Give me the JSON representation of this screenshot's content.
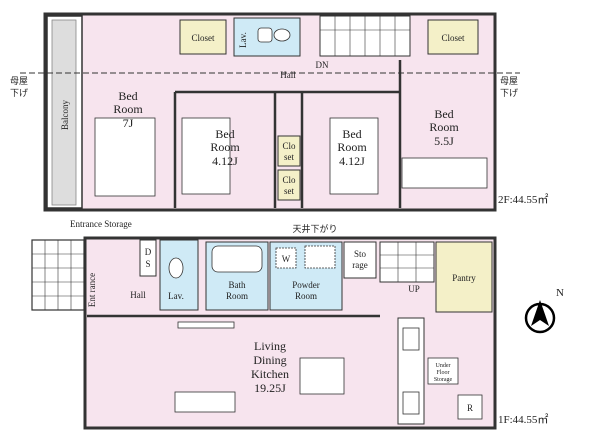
{
  "floor2": {
    "area": "2F:44.55㎡",
    "rooms": {
      "closet_left": "Closet",
      "lav": "Lav.",
      "closet_right": "Closet",
      "hall": "Hall",
      "dn": "DN",
      "balcony": "Balcony",
      "bed1_line1": "Bed",
      "bed1_line2": "Room",
      "bed1_size": "7J",
      "bed2_line1": "Bed",
      "bed2_line2": "Room",
      "bed2_size": "4.12J",
      "clo1_line1": "Clo",
      "clo1_line2": "set",
      "clo2_line1": "Clo",
      "clo2_line2": "set",
      "bed3_line1": "Bed",
      "bed3_line2": "Room",
      "bed3_size": "4.12J",
      "bed4_line1": "Bed",
      "bed4_line2": "Room",
      "bed4_size": "5.5J",
      "ceiling_left_1": "母屋",
      "ceiling_left_2": "下げ",
      "ceiling_right_1": "母屋",
      "ceiling_right_2": "下げ"
    }
  },
  "floor1": {
    "area": "1F:44.55㎡",
    "rooms": {
      "entrance_storage": "Entrance Storage",
      "ceiling_note": "天井下がり",
      "ds_1": "D",
      "ds_2": "S",
      "porch": "Ent rance",
      "hall": "Hall",
      "lav": "Lav.",
      "w": "W",
      "bath_line1": "Bath",
      "bath_line2": "Room",
      "powder_line1": "Powder",
      "powder_line2": "Room",
      "storage_line1": "Sto",
      "storage_line2": "rage",
      "up": "UP",
      "pantry": "Pantry",
      "under_floor_1": "Under",
      "under_floor_2": "Floor",
      "under_floor_3": "Storage",
      "r_mark": "R",
      "ldk_line1": "Living",
      "ldk_line2": "Dining",
      "ldk_line3": "Kitchen",
      "ldk_size": "19.25J"
    }
  },
  "compass": {
    "label": "N"
  },
  "colors": {
    "room_fill": "#f7e4ee",
    "bath_fill": "#cfeaf6",
    "closet_fill": "#f4f0c8",
    "wall": "#333333"
  }
}
